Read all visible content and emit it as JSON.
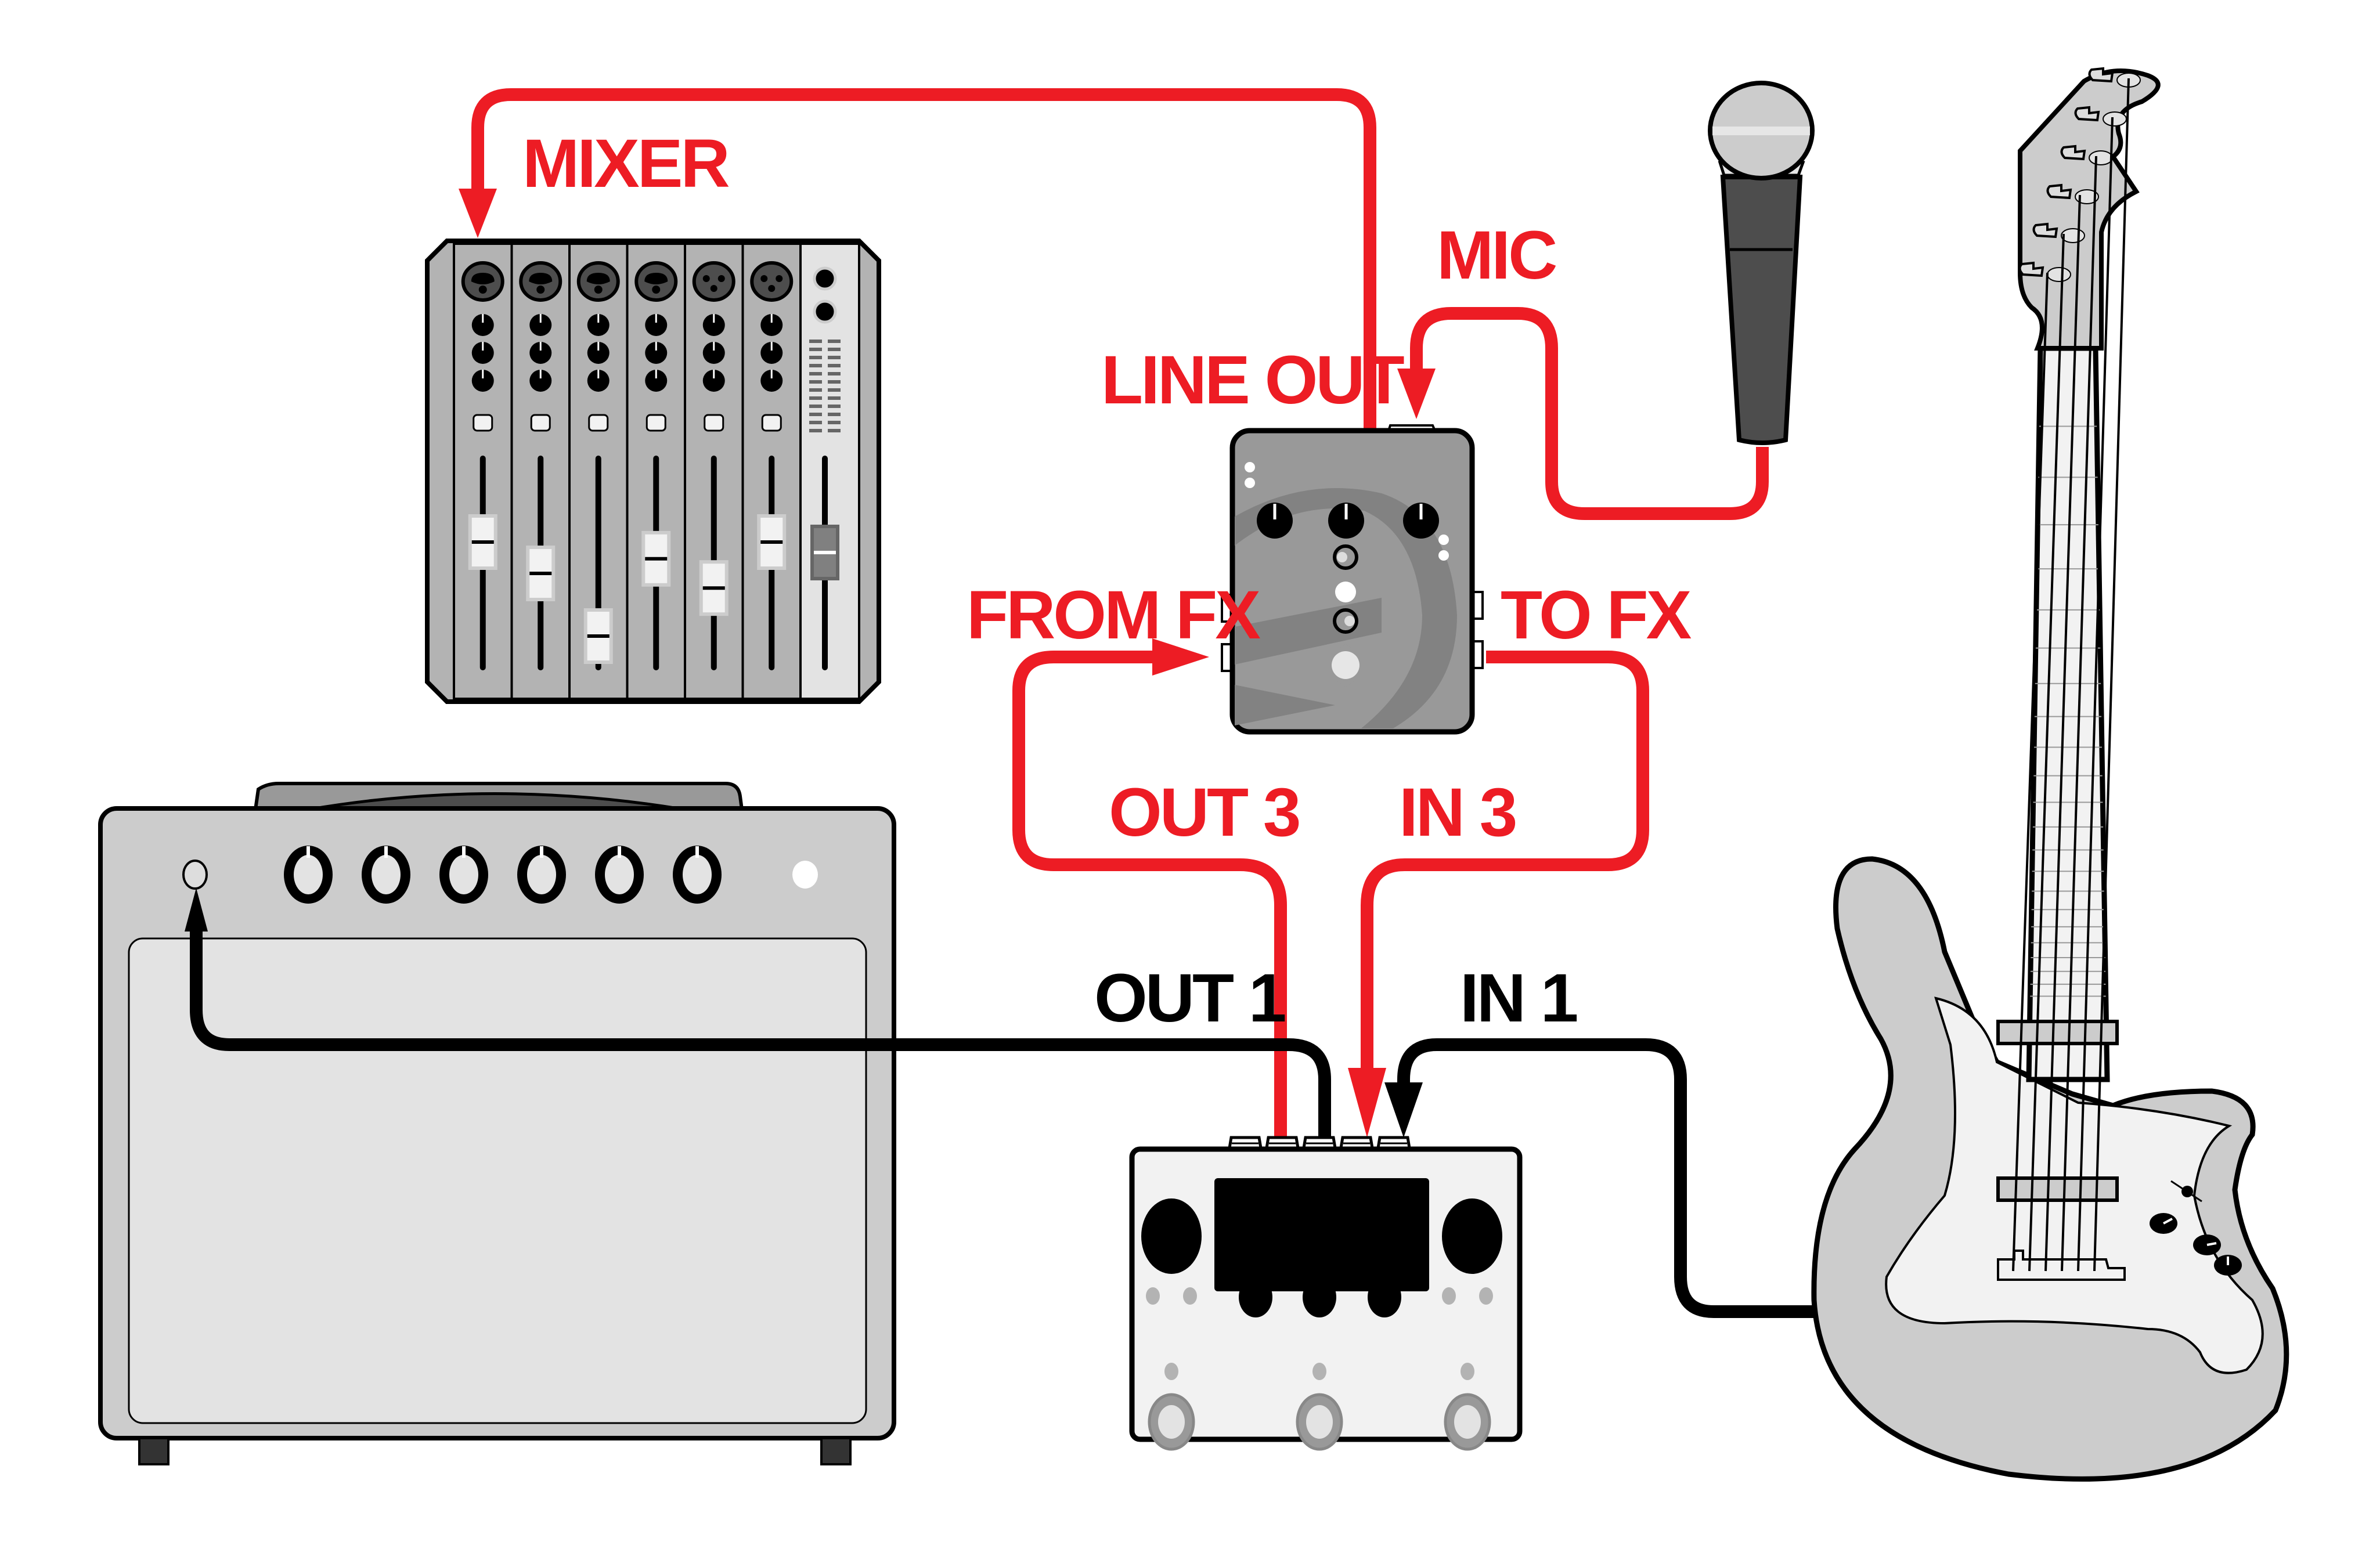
{
  "title": "Signal routing diagram: guitar, mic, amp, mixer and multi-effects pedal",
  "colors": {
    "signal_red": "#ed1c24",
    "signal_black": "#000000",
    "device_grey": "#cccccc",
    "pedal_grey": "#999999",
    "panel_light": "#f2f2f2"
  },
  "labels": {
    "mixer": "MIXER",
    "mic": "MIC",
    "line_out": "LINE OUT",
    "from_fx": "FROM FX",
    "to_fx": "TO FX",
    "out3": "OUT 3",
    "in3": "IN 3",
    "out1": "OUT 1",
    "in1": "IN 1"
  },
  "devices": {
    "mixer": {
      "channels": 6,
      "combo_inputs": 4,
      "xlr_inputs": 2,
      "knobs_per_channel": 3,
      "meter_segments": 12
    },
    "amp": {
      "knobs": 6
    },
    "preamp_pedal": {
      "knobs": 3,
      "footswitches": 1
    },
    "multi_fx": {
      "big_knobs": 2,
      "small_knobs": 3,
      "footswitches": 3,
      "top_jacks": 5
    },
    "guitar": {
      "strings": 6,
      "pickups": 2,
      "tuners": 6,
      "control_knobs": 3
    }
  },
  "connections": [
    {
      "from": "preamp_pedal",
      "to": "mixer",
      "label": "MIXER",
      "color": "red"
    },
    {
      "from": "microphone",
      "to": "preamp_pedal",
      "label": "MIC",
      "color": "red"
    },
    {
      "from": "multi_fx",
      "to": "preamp_pedal",
      "label": "OUT 3 / FROM FX",
      "color": "red"
    },
    {
      "from": "preamp_pedal",
      "to": "multi_fx",
      "label": "TO FX / IN 3",
      "color": "red"
    },
    {
      "from": "multi_fx",
      "to": "amp",
      "label": "OUT 1",
      "color": "black"
    },
    {
      "from": "guitar",
      "to": "multi_fx",
      "label": "IN 1",
      "color": "black"
    }
  ]
}
